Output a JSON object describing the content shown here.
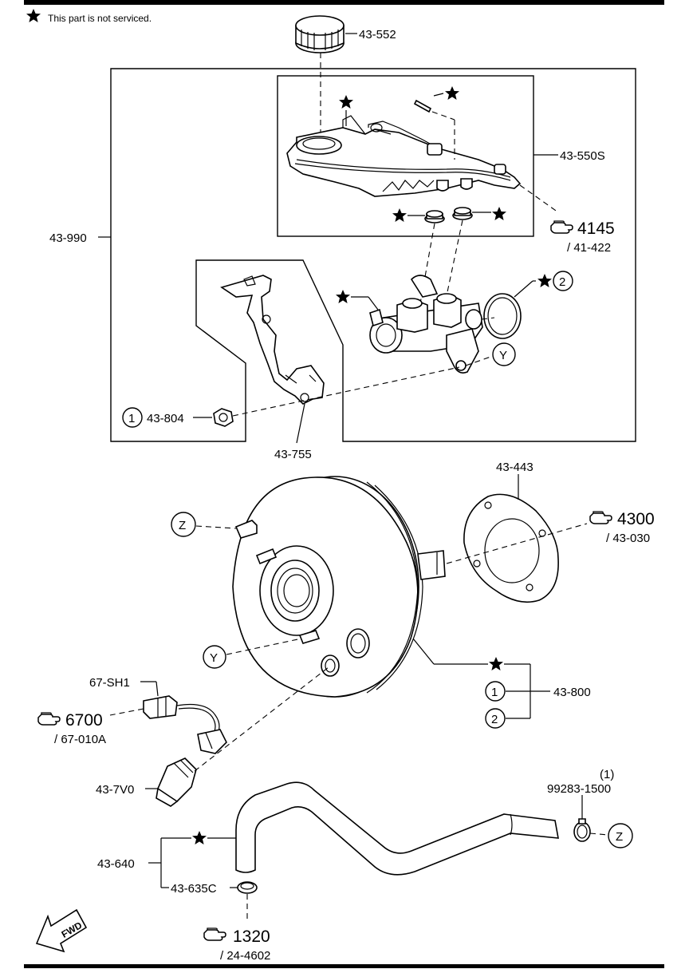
{
  "note": {
    "star": "★",
    "text": "This part is not serviced."
  },
  "labels": {
    "p43_552": "43-552",
    "p43_550s": "43-550S",
    "p43_990": "43-990",
    "ref4145_num": "4145",
    "ref4145_sub": "/ 41-422",
    "p43_804": "43-804",
    "p43_755": "43-755",
    "p43_443": "43-443",
    "ref4300_num": "4300",
    "ref4300_sub": "/ 43-030",
    "p43_800": "43-800",
    "p67_sh1": "67-SH1",
    "ref6700_num": "6700",
    "ref6700_sub": "/ 67-010A",
    "p43_7v0": "43-7V0",
    "p99283_qty": "(1)",
    "p99283": "99283-1500",
    "p43_640": "43-640",
    "p43_635c": "43-635C",
    "ref1320_num": "1320",
    "ref1320_sub": "/ 24-4602",
    "fwd": "FWD"
  },
  "markers": {
    "m1": "1",
    "m2": "2",
    "y": "Y",
    "z": "Z"
  },
  "icons": [
    "star-icon",
    "pointing-hand-icon",
    "fwd-arrow-icon"
  ]
}
